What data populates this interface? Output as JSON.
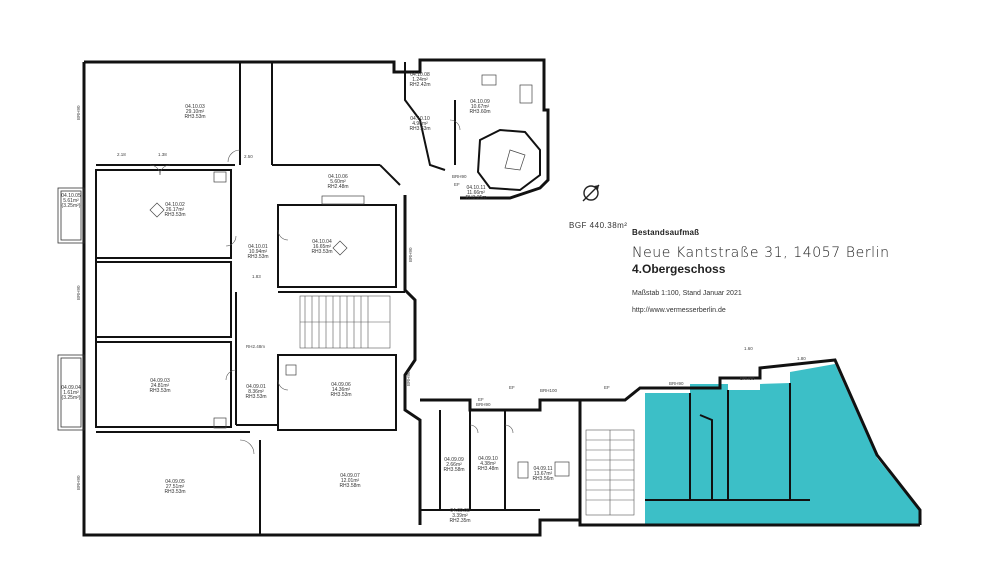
{
  "title_block": {
    "label": "Bestandsaufmaß",
    "address": "Neue Kantstraße 31, 14057 Berlin",
    "floor": "4.Obergeschoss",
    "scale": "Maßstab 1:100, Stand Januar 2021",
    "url": "http://www.vermesserberlin.de"
  },
  "bgf": "BGF 440.38m²",
  "colors": {
    "highlight": "#3cbfc7",
    "wall": "#111111",
    "line": "#555555"
  },
  "rooms": [
    {
      "id": "04.10.03",
      "area": "29.10m²",
      "rh": "RH3.53m"
    },
    {
      "id": "04.10.02",
      "area": "26.17m²",
      "rh": "RH3.53m"
    },
    {
      "id": "04.10.05",
      "area": "5.61m²",
      "rh": "(3.25m²)"
    },
    {
      "id": "04.10.01",
      "area": "10.94m²",
      "rh": "RH3.53m"
    },
    {
      "id": "04.10.04",
      "area": "16.65m²",
      "rh": "RH3.53m"
    },
    {
      "id": "04.10.08",
      "area": "1.24m²",
      "rh": "RH2.42m"
    },
    {
      "id": "04.10.09",
      "area": "10.67m²",
      "rh": "RH3.60m"
    },
    {
      "id": "04.10.10",
      "area": "4.96m²",
      "rh": "RH3.63m"
    },
    {
      "id": "04.10.11",
      "area": "11.66m²",
      "rh": "RH3.25m"
    },
    {
      "id": "04.10.06",
      "area": "5.60m²",
      "rh": "RH2.48m"
    },
    {
      "id": "04.09.03",
      "area": "24.81m²",
      "rh": "RH3.53m"
    },
    {
      "id": "04.09.04",
      "area": "1.61m²",
      "rh": "(3.25m²)"
    },
    {
      "id": "04.09.01",
      "area": "8.36m²",
      "rh": "RH3.53m"
    },
    {
      "id": "04.09.06",
      "area": "14.36m²",
      "rh": "RH3.53m"
    },
    {
      "id": "04.09.05",
      "area": "27.51m²",
      "rh": "RH3.53m"
    },
    {
      "id": "04.09.07",
      "area": "12.01m²",
      "rh": "RH3.58m"
    },
    {
      "id": "04.09.09",
      "area": "2.66m²",
      "rh": "RH3.58m"
    },
    {
      "id": "04.09.10",
      "area": "4.38m²",
      "rh": "RH3.48m"
    },
    {
      "id": "04.09.08",
      "area": "3.39m²",
      "rh": "RH2.35m"
    },
    {
      "id": "04.09.11",
      "area": "13.67m²",
      "rh": "RH3.56m"
    }
  ],
  "labels": {
    "brh_a": "BRH90",
    "brh_b": "BRH100",
    "ef": "EF",
    "rh_stair": "RH2.48m",
    "dim_218": "2.18",
    "dim_138": "1.38",
    "dim_250": "2.50",
    "dim_183": "1.83",
    "dim_160": "1.60",
    "dim_180": "1.80"
  }
}
